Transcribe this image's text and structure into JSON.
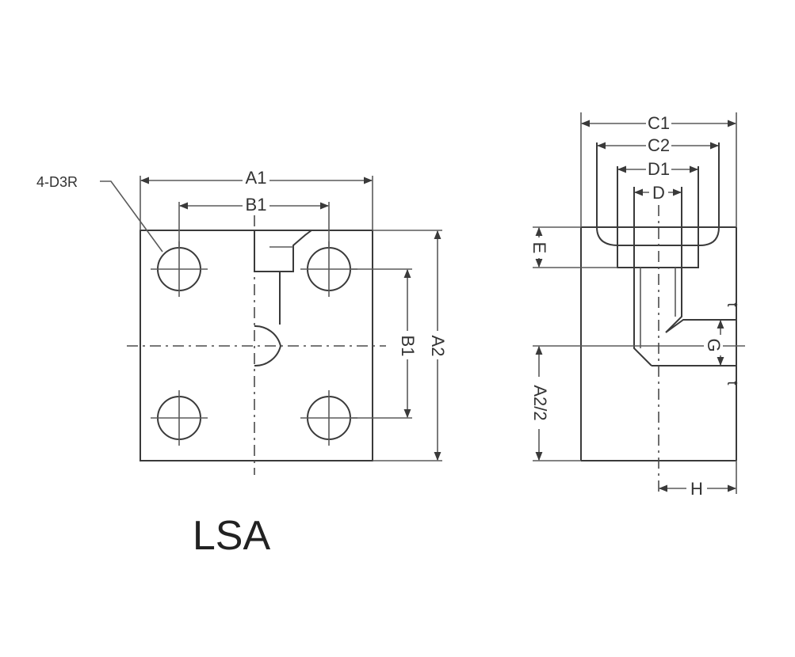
{
  "labels": {
    "hole_callout": "4-D3R",
    "a1": "A1",
    "b1_top": "B1",
    "b1_side": "B1",
    "a2": "A2",
    "c1": "C1",
    "c2": "C2",
    "d1": "D1",
    "d": "D",
    "e": "E",
    "g": "G",
    "a2_half": "A2/2",
    "h": "H",
    "t_top": "t",
    "t_bottom": "t"
  },
  "model_name": "LSA"
}
